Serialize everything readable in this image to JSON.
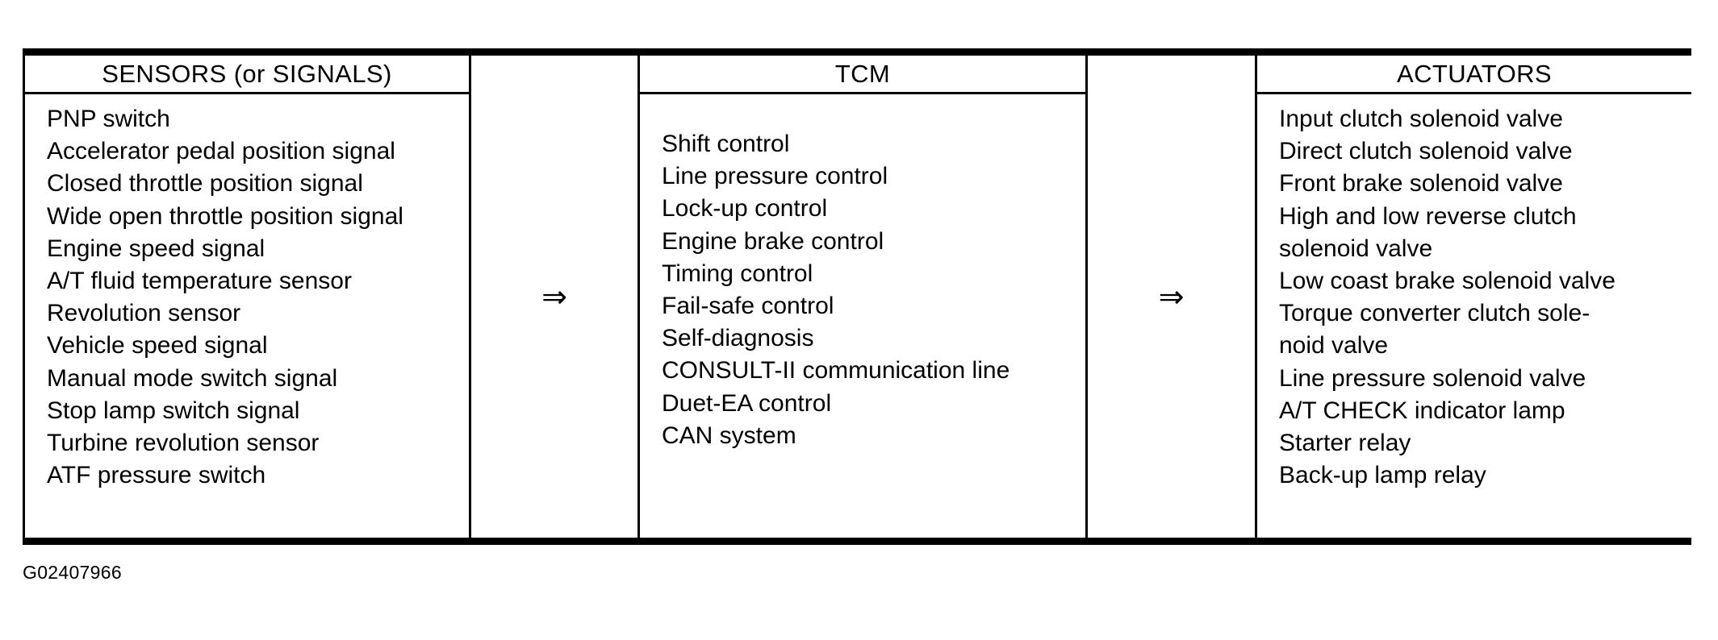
{
  "diagram": {
    "caption": "G02407966",
    "arrow_glyph": "⇒",
    "columns": [
      {
        "header": "SENSORS (or SIGNALS)",
        "items": [
          "PNP switch",
          "Accelerator pedal position signal",
          "Closed throttle position signal",
          "Wide open throttle position signal",
          "Engine speed signal",
          "A/T fluid temperature sensor",
          "Revolution sensor",
          "Vehicle speed signal",
          "Manual mode switch signal",
          "Stop lamp switch signal",
          "Turbine revolution sensor",
          "ATF pressure switch"
        ]
      },
      {
        "header": "TCM",
        "items": [
          "Shift control",
          "Line pressure control",
          "Lock-up control",
          "Engine brake control",
          "Timing control",
          "Fail-safe control",
          "Self-diagnosis",
          "CONSULT-II communication line",
          "Duet-EA control",
          "CAN system"
        ]
      },
      {
        "header": "ACTUATORS",
        "items": [
          "Input clutch solenoid valve",
          "Direct clutch solenoid valve",
          "Front brake solenoid valve",
          "High and low reverse clutch\nsolenoid valve",
          "Low coast brake solenoid valve",
          "Torque converter clutch sole-\nnoid valve",
          "Line pressure solenoid valve",
          "A/T CHECK indicator lamp",
          "Starter relay",
          "Back-up lamp relay"
        ]
      }
    ]
  }
}
